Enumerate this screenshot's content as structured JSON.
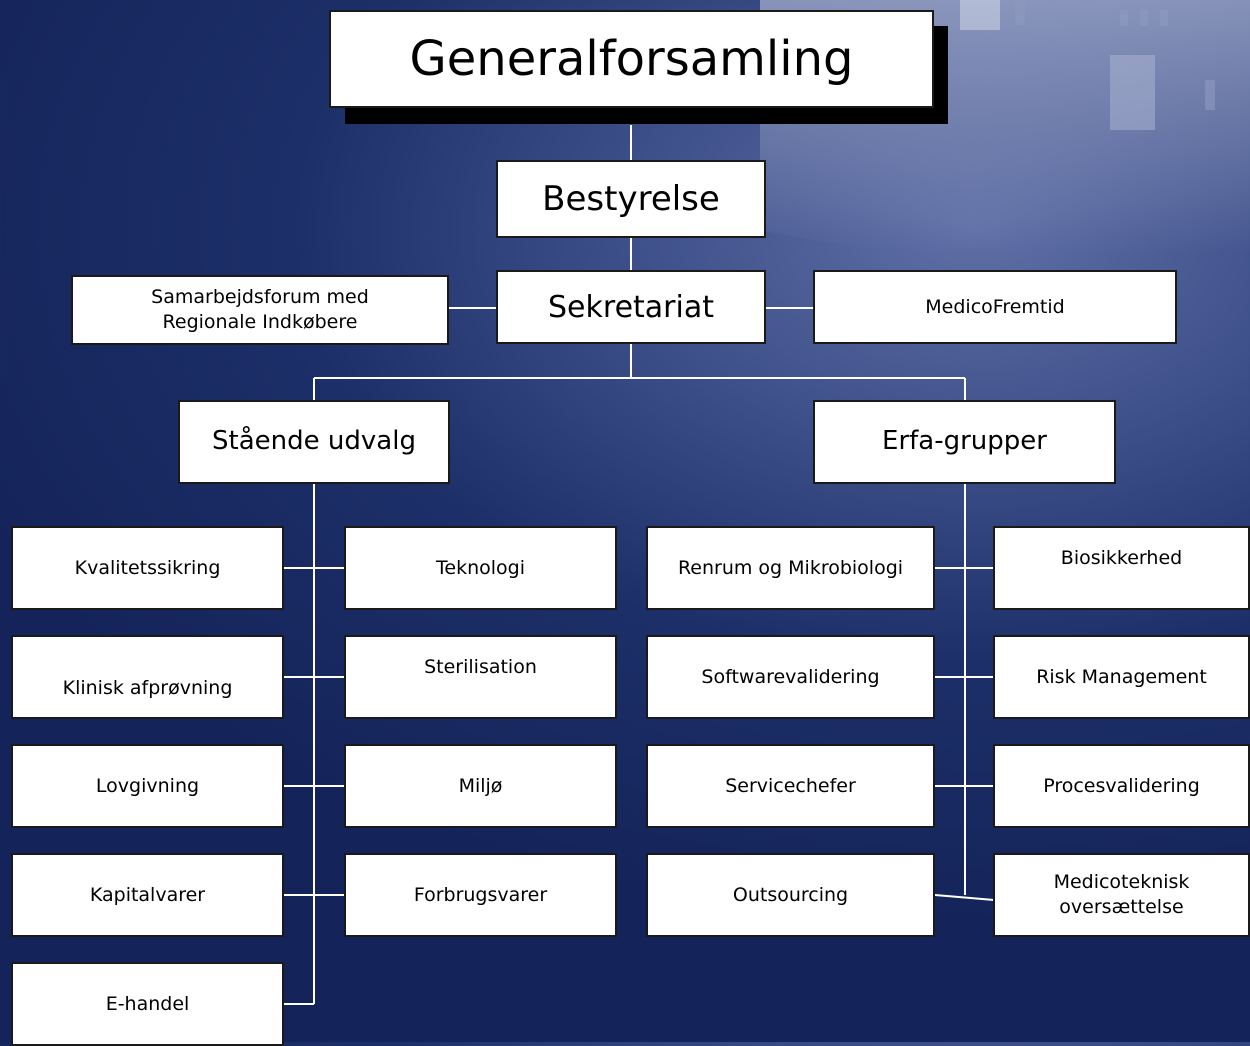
{
  "top": {
    "title": "Generalforsamling",
    "board": "Bestyrelse",
    "secretariat": "Sekretariat",
    "left_side": "Samarbejdsforum med\nRegionale Indkøbere",
    "right_side": "MedicoFremtid"
  },
  "branches": {
    "standing_committees": "Stående udvalg",
    "erfa_groups": "Erfa-grupper"
  },
  "standing_left": [
    "Kvalitetssikring",
    "Klinisk afprøvning",
    "Lovgivning",
    "Kapitalvarer",
    "E-handel"
  ],
  "standing_right": [
    "Teknologi",
    "Sterilisation",
    "Miljø",
    "Forbrugsvarer"
  ],
  "erfa_left": [
    "Renrum og Mikrobiologi",
    "Softwarevalidering",
    "Servicechefer",
    "Outsourcing"
  ],
  "erfa_right": [
    "Biosikkerhed",
    "Risk Management",
    "Procesvalidering",
    "Medicoteknisk\noversættelse"
  ]
}
